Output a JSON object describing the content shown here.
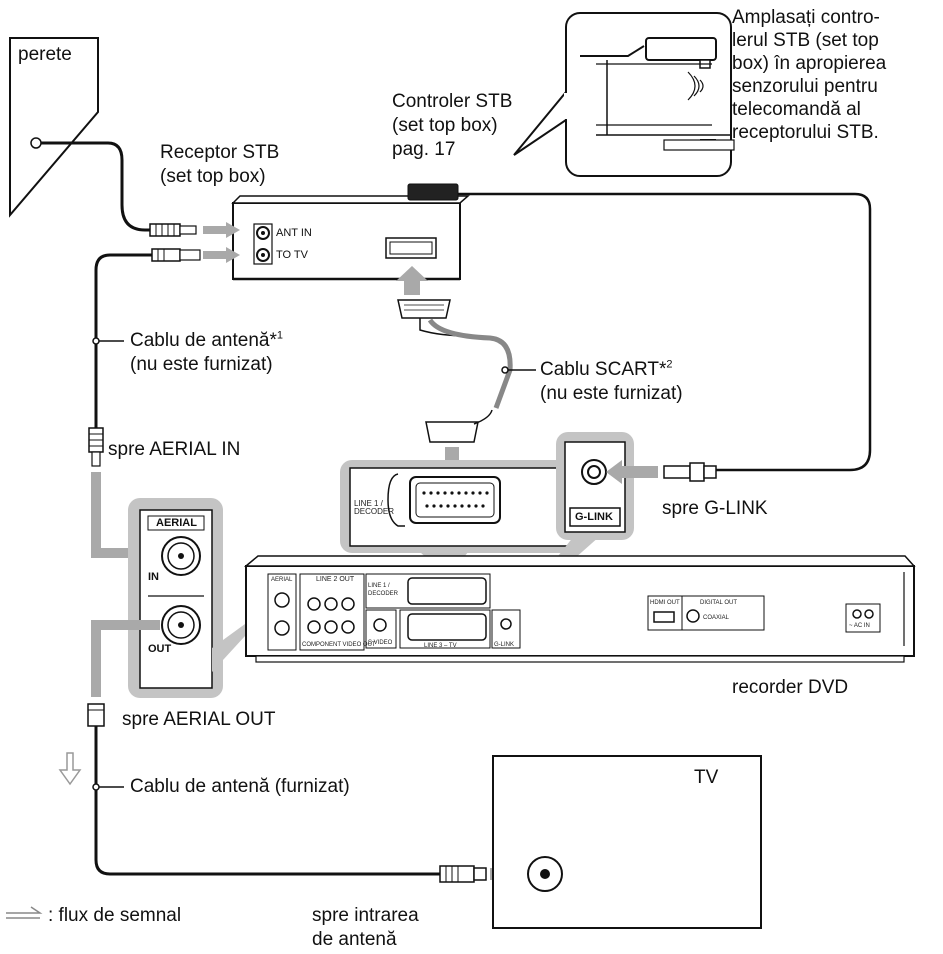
{
  "labels": {
    "wall": "perete",
    "stb_receiver": [
      "Receptor STB",
      "(set top box)"
    ],
    "stb_controller": [
      "Controler STB",
      "(set top box)",
      "pag. 17"
    ],
    "placement_note": [
      "Amplasați contro-",
      "lerul STB (set top",
      "box) în apropierea",
      "senzorului pentru",
      "telecomandă al",
      "receptorului STB."
    ],
    "aerial_cable_1": {
      "text": "Cablu de antenă*",
      "sup": "1",
      "sub": "(nu este furnizat)"
    },
    "scart_cable": {
      "text": "Cablu SCART*",
      "sup": "2",
      "sub": "(nu este furnizat)"
    },
    "to_aerial_in": "spre AERIAL IN",
    "to_g_link": "spre G-LINK",
    "dvd_recorder": "recorder DVD",
    "to_aerial_out": "spre AERIAL OUT",
    "aerial_cable_2": "Cablu de antenă (furnizat)",
    "tv": "TV",
    "legend": ": flux de semnal",
    "to_antenna_input": [
      "spre intrarea",
      "de antenă"
    ]
  },
  "stb_ports": {
    "ant_in": "ANT IN",
    "to_tv": "TO TV"
  },
  "panels": {
    "aerial": {
      "title": "AERIAL",
      "in": "IN",
      "out": "OUT"
    },
    "line1": "LINE 1 / DECODER",
    "glink": "G-LINK"
  },
  "rear_panel": {
    "aerial": "AERIAL",
    "line2_out": "LINE 2 OUT",
    "component": "COMPONENT VIDEO OUT",
    "svideo": "S VIDEO",
    "line1": "LINE 1 / DECODER",
    "line3": "LINE 3 – TV",
    "glink": "G-LINK",
    "hdmi": "HDMI OUT",
    "digital": "DIGITAL OUT",
    "coaxial": "COAXIAL",
    "ac_in": "~ AC IN"
  },
  "colors": {
    "connector_gray": "#bdbdbd",
    "arrow_gray": "#a9a9a9",
    "line": "#111111"
  }
}
